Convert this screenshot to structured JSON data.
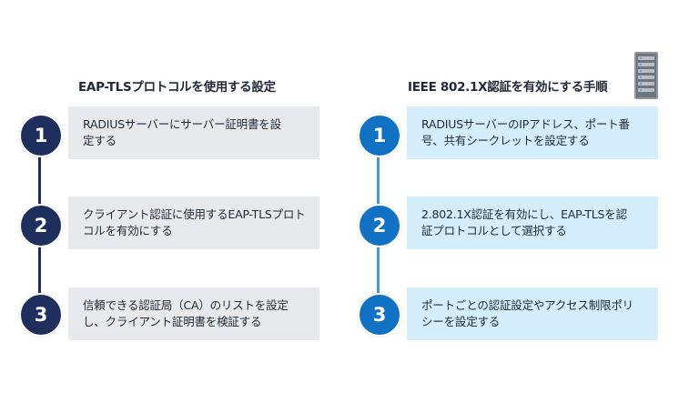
{
  "left": {
    "title": "EAP-TLSプロトコルを使用する設定",
    "steps": [
      {
        "number": "1",
        "text": "RADIUSサーバーにサーバー証明書を設定する"
      },
      {
        "number": "2",
        "text": "クライアント認証に使用するEAP-TLSプロトコルを有効にする"
      },
      {
        "number": "3",
        "text": "信頼できる認証局（CA）のリストを設定し、クライアント証明書を検証する"
      }
    ]
  },
  "right": {
    "title": "IEEE 802.1X認証を有効にする手順",
    "steps": [
      {
        "number": "1",
        "text": "RADIUSサーバーのIPアドレス、ポート番号、共有シークレットを設定する"
      },
      {
        "number": "2",
        "text": "2.802.1X認証を有効にし、EAP-TLSを認証プロトコルとして選択する"
      },
      {
        "number": "3",
        "text": "ポートごとの認証設定やアクセス制限ポリシーを設定する"
      }
    ]
  },
  "icons": {
    "server": "server-rack-icon"
  },
  "colors": {
    "left_circle": "#1e2f5e",
    "left_box": "#e7e9ec",
    "right_circle": "#1172c4",
    "right_box": "#d4eefb",
    "title_text": "#1f2a38"
  }
}
